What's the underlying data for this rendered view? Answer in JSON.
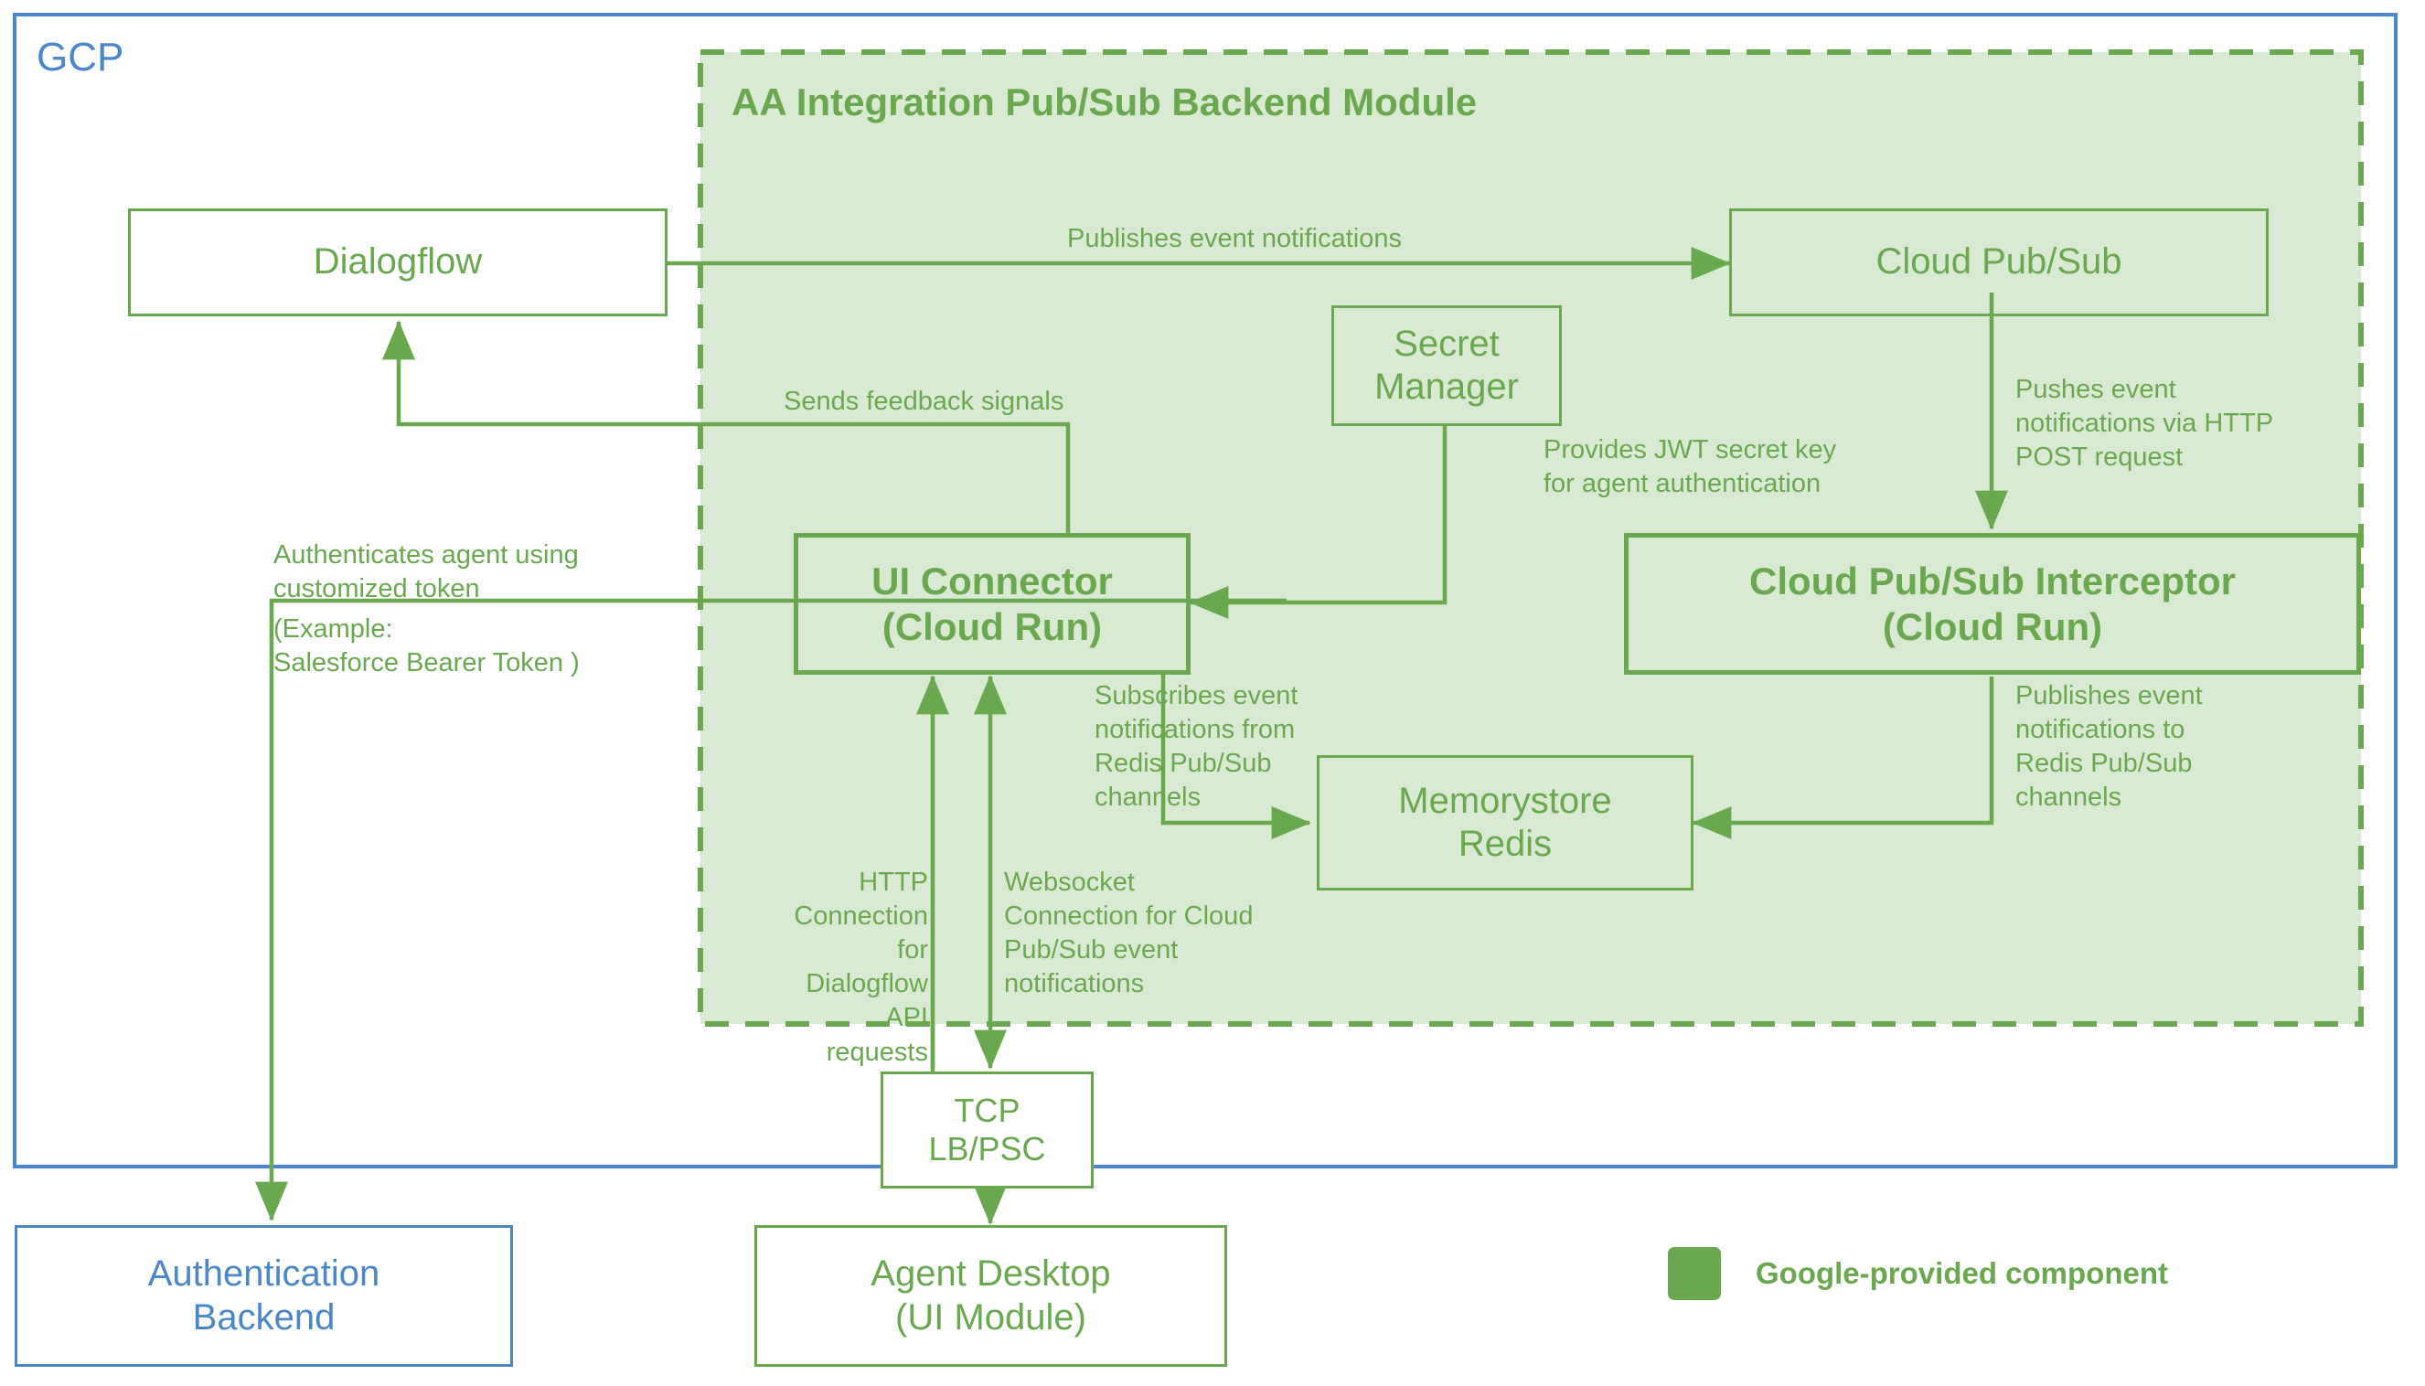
{
  "diagram": {
    "title": "AA Integration Pub/Sub Backend Module",
    "outer_zone_label": "GCP",
    "colors": {
      "google_green": "#6aa84f",
      "module_fill": "#d9ead3",
      "gcp_blue": "#4a86c8",
      "background": "#ffffff"
    }
  },
  "nodes": {
    "dialogflow": {
      "label": "Dialogflow"
    },
    "cloud_pubsub": {
      "label": "Cloud Pub/Sub"
    },
    "secret_manager": {
      "label": "Secret\nManager"
    },
    "ui_connector": {
      "label": "UI Connector\n(Cloud Run)"
    },
    "pubsub_interceptor": {
      "label": "Cloud Pub/Sub Interceptor\n(Cloud Run)"
    },
    "memorystore_redis": {
      "label": "Memorystore\nRedis"
    },
    "tcp_lb_psc": {
      "label": "TCP\nLB/PSC"
    },
    "agent_desktop": {
      "label": "Agent Desktop\n(UI Module)"
    },
    "authentication_backend": {
      "label": "Authentication\nBackend"
    }
  },
  "edge_labels": {
    "publishes_event_notifications": "Publishes event notifications",
    "sends_feedback_signals": "Sends feedback signals",
    "provides_jwt": "Provides JWT secret key\nfor agent authentication",
    "pushes_event_http_post": "Pushes event\nnotifications via HTTP\nPOST request",
    "authenticates_agent": "Authenticates agent using\ncustomized token",
    "authenticates_agent_example": "(Example:\nSalesforce Bearer Token )",
    "subscribes_redis": "Subscribes event\nnotifications from\nRedis Pub/Sub\nchannels",
    "publishes_redis": "Publishes event\nnotifications to\nRedis Pub/Sub\nchannels",
    "http_dialogflow_api": "HTTP\nConnection for\nDialogflow API\nrequests",
    "websocket_pubsub": "Websocket\nConnection for Cloud\nPub/Sub event\nnotifications"
  },
  "legend": {
    "swatch_label": "Google-provided component"
  }
}
